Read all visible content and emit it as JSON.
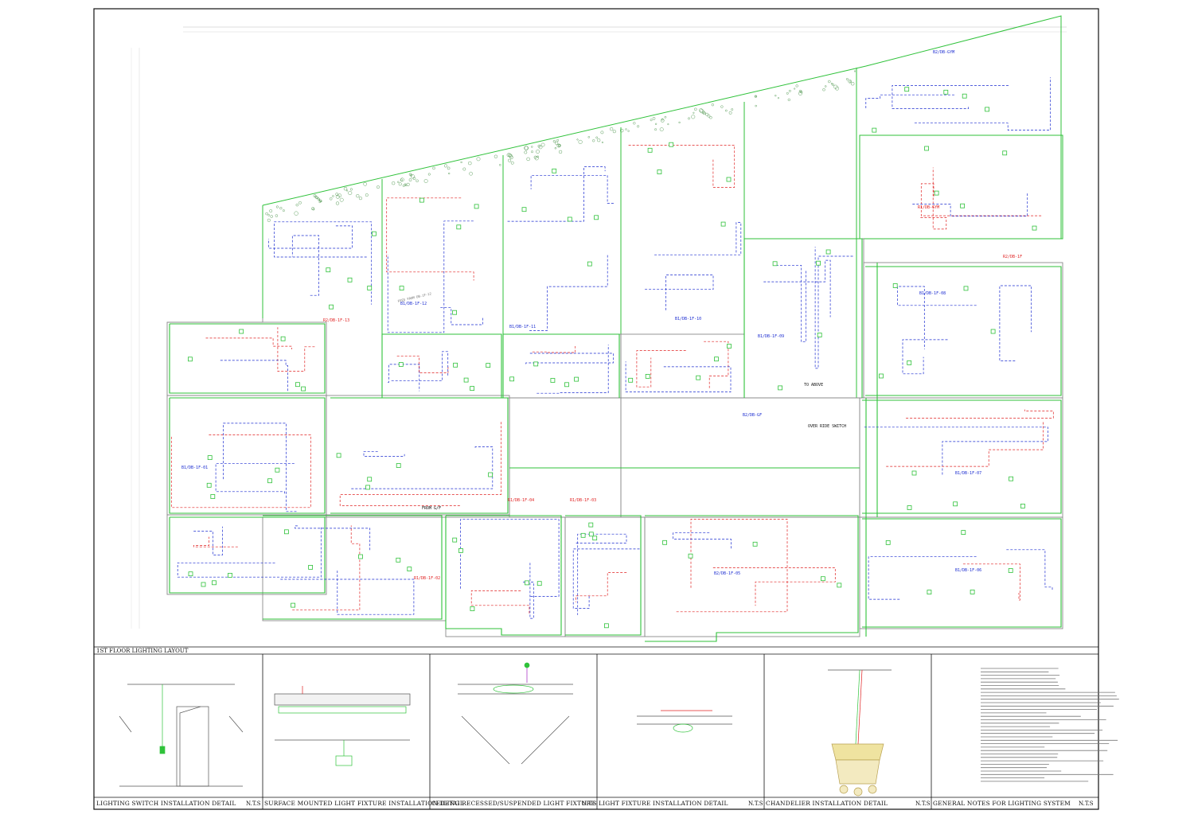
{
  "drawing": {
    "main_title": "1ST FLOOR LIGHTING LAYOUT",
    "colors": {
      "border": "#111111",
      "feeder_green": "#2fc23a",
      "circuit_blue": "#1a2bd0",
      "circuit_red": "#e02020",
      "architecture_gray": "#8a8a8a",
      "landscape_green": "#3a8a3a"
    }
  },
  "panels": [
    {
      "title": "LIGHTING SWITCH INSTALLATION DETAIL",
      "scale": "N.T.S"
    },
    {
      "title": "SURFACE MOUNTED LIGHT FIXTURE INSTALLATION DETAIL",
      "scale": "N.T.S"
    },
    {
      "title": "CEILING RECESSED/SUSPENDED LIGHT FIXTURE",
      "scale": "N.T.S"
    },
    {
      "title": "LIGHT FIXTURE INSTALLATION DETAIL",
      "scale": "N.T.S"
    },
    {
      "title": "CHANDELIER INSTALLATION DETAIL",
      "scale": "N.T.S"
    },
    {
      "title": "GENERAL NOTES FOR LIGHTING SYSTEM",
      "scale": "N.T.S"
    }
  ],
  "plan_labels": {
    "gym_db": "B2/DB-GYM",
    "gym_db_red": "R1/DB-GYM",
    "db_1f_13": "R2/DB-1F-13",
    "db_1f_12": "B1/DB-1F-12",
    "db_1f_11": "B1/DB-1F-11",
    "db_1f_10": "B1/DB-1F-10",
    "db_1f_09": "B1/DB-1F-09",
    "db_1f_08": "B1/DB-1F-08",
    "db_1f_07": "B1/DB-1F-07",
    "db_1f_06": "B1/DB-1F-06",
    "db_1f_05": "B2/DB-1F-05",
    "db_1f_04": "R1/DB-1F-04",
    "db_1f_03": "R1/DB-1F-03",
    "db_1f_02": "R1/DB-1F-02",
    "db_1f_01": "B1/DB-1F-01",
    "db_gf": "B2/DB-GF",
    "db_1f_red": "R2/DB-1F",
    "from_gf": "FROM G/F",
    "to_above": "TO ABOVE",
    "override": "OVER RIDE SWITCH",
    "feed_from": "FEED FROM DB-1F-12"
  }
}
